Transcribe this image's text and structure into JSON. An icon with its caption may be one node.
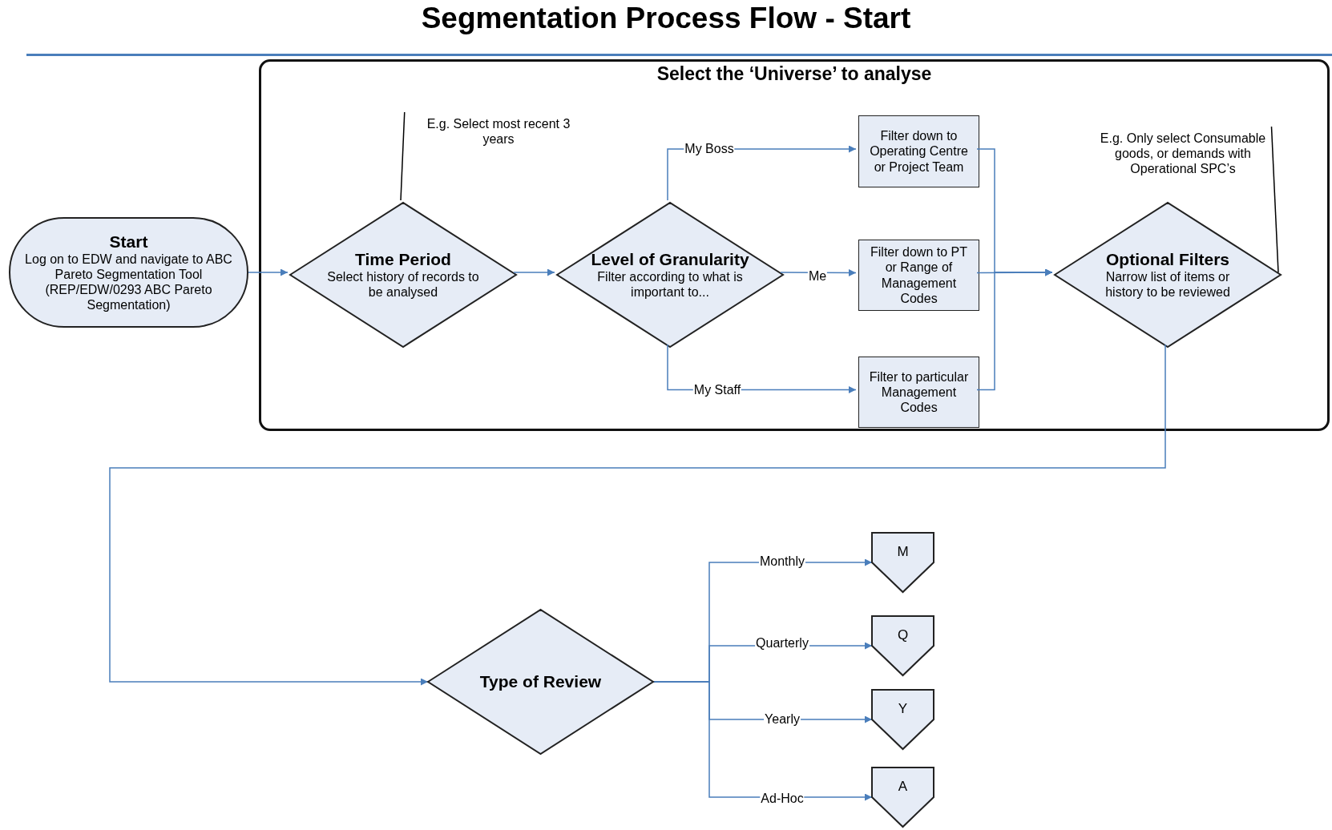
{
  "diagram": {
    "title": "Segmentation Process Flow - Start",
    "nodes": [
      {
        "text": [
          "Start",
          "Log on to EDW and navigate to ABC Pareto Segmentation Tool (REP/EDW/0293 ABC Pareto Segmentation)"
        ]
      },
      {
        "text": [
          "Select the ‘Universe’ to analyse"
        ]
      },
      {
        "text": [
          "E.g. Select most recent 3 years"
        ],
        "in": 1
      },
      {
        "text": [
          "Time Period",
          "Select history of records to be analysed"
        ],
        "in": 1
      },
      {
        "text": [
          "Level of Granularity",
          "Filter according to what is important to..."
        ],
        "in": 1
      },
      {
        "text": [
          "Filter down to Operating Centre or Project Team"
        ],
        "in": 1
      },
      {
        "text": [
          "Filter down to PT or Range of Management Codes"
        ],
        "in": 1
      },
      {
        "text": [
          "Filter to particular Management Codes"
        ],
        "in": 1
      },
      {
        "text": [
          "E.g. Only select Consumable goods, or demands with Operational SPC’s"
        ],
        "in": 1
      },
      {
        "text": [
          "Optional Filters",
          "Narrow list of items or history to be reviewed"
        ],
        "in": 1
      },
      {
        "text": [
          "Type of Review"
        ]
      },
      {
        "text": [
          "M"
        ]
      },
      {
        "text": [
          "Q"
        ]
      },
      {
        "text": [
          "Y"
        ]
      },
      {
        "text": [
          "A"
        ]
      }
    ],
    "edges": [
      {
        "from": 0,
        "to": 3,
        "arrow": "to"
      },
      {
        "from": 3,
        "to": 4,
        "arrow": "to"
      },
      {
        "from": 4,
        "to": 5,
        "arrow": "to",
        "label": "My Boss"
      },
      {
        "from": 4,
        "to": 6,
        "arrow": "to",
        "label": "Me"
      },
      {
        "from": 4,
        "to": 7,
        "arrow": "to",
        "label": "My Staff"
      },
      {
        "from": 5,
        "to": 9,
        "arrow": "to"
      },
      {
        "from": 6,
        "to": 9,
        "arrow": "to"
      },
      {
        "from": 7,
        "to": 9,
        "arrow": "to"
      },
      {
        "from": 9,
        "to": 10,
        "arrow": "to"
      },
      {
        "from": 10,
        "to": 11,
        "arrow": "to",
        "label": "Monthly"
      },
      {
        "from": 10,
        "to": 12,
        "arrow": "to",
        "label": "Quarterly"
      },
      {
        "from": 10,
        "to": 13,
        "arrow": "to",
        "label": "Yearly"
      },
      {
        "from": 10,
        "to": 14,
        "arrow": "to",
        "label": "Ad-Hoc"
      },
      {
        "from": 2,
        "to": 3,
        "arrow": "none",
        "color": "#000000"
      },
      {
        "from": 8,
        "to": 9,
        "arrow": "none",
        "color": "#000000"
      }
    ]
  }
}
